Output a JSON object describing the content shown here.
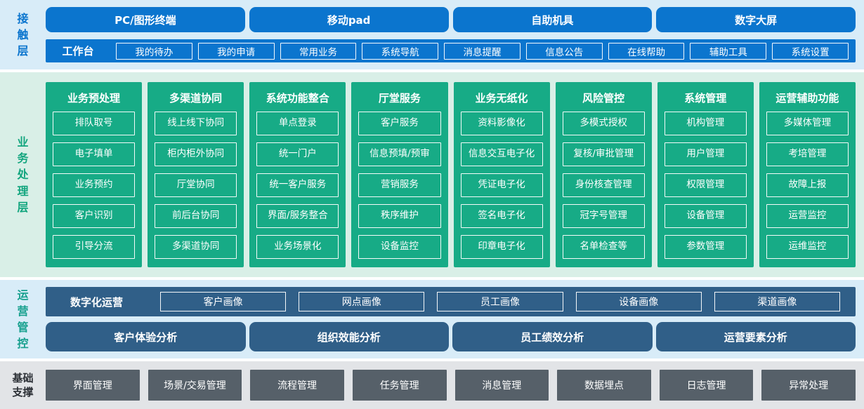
{
  "colors": {
    "blue": "#0b75ce",
    "light_blue_bg": "#d8ecf8",
    "green": "#17ab86",
    "light_green_bg": "#d9efe7",
    "dark_blue": "#305f88",
    "gray": "#566069",
    "light_gray_bg": "#e2e4e7"
  },
  "contact_layer": {
    "label": "接触层",
    "channels": [
      "PC/图形终端",
      "移动pad",
      "自助机具",
      "数字大屏"
    ],
    "workbench": {
      "label": "工作台",
      "items": [
        "我的待办",
        "我的申请",
        "常用业务",
        "系统导航",
        "消息提醒",
        "信息公告",
        "在线帮助",
        "辅助工具",
        "系统设置"
      ]
    }
  },
  "business_layer": {
    "label": "业务处理层",
    "columns": [
      {
        "title": "业务预处理",
        "items": [
          "排队取号",
          "电子填单",
          "业务预约",
          "客户识别",
          "引导分流"
        ]
      },
      {
        "title": "多渠道协同",
        "items": [
          "线上线下协同",
          "柜内柜外协同",
          "厅堂协同",
          "前后台协同",
          "多渠道协同"
        ]
      },
      {
        "title": "系统功能整合",
        "items": [
          "单点登录",
          "统一门户",
          "统一客户服务",
          "界面/服务整合",
          "业务场景化"
        ]
      },
      {
        "title": "厅堂服务",
        "items": [
          "客户服务",
          "信息预填/预审",
          "营销服务",
          "秩序维护",
          "设备监控"
        ]
      },
      {
        "title": "业务无纸化",
        "items": [
          "资料影像化",
          "信息交互电子化",
          "凭证电子化",
          "签名电子化",
          "印章电子化"
        ]
      },
      {
        "title": "风险管控",
        "items": [
          "多模式授权",
          "复核/审批管理",
          "身份核查管理",
          "冠字号管理",
          "名单检查等"
        ]
      },
      {
        "title": "系统管理",
        "items": [
          "机构管理",
          "用户管理",
          "权限管理",
          "设备管理",
          "参数管理"
        ]
      },
      {
        "title": "运营辅助功能",
        "items": [
          "多媒体管理",
          "考培管理",
          "故障上报",
          "运营监控",
          "运维监控"
        ]
      }
    ]
  },
  "operations_layer": {
    "label": "运营管控",
    "digital_ops_label": "数字化运营",
    "portraits": [
      "客户画像",
      "网点画像",
      "员工画像",
      "设备画像",
      "渠道画像"
    ],
    "analysis": [
      "客户体验分析",
      "组织效能分析",
      "员工绩效分析",
      "运营要素分析"
    ]
  },
  "foundation_layer": {
    "label": "基础支撑",
    "items": [
      "界面管理",
      "场景/交易管理",
      "流程管理",
      "任务管理",
      "消息管理",
      "数据埋点",
      "日志管理",
      "异常处理"
    ]
  }
}
